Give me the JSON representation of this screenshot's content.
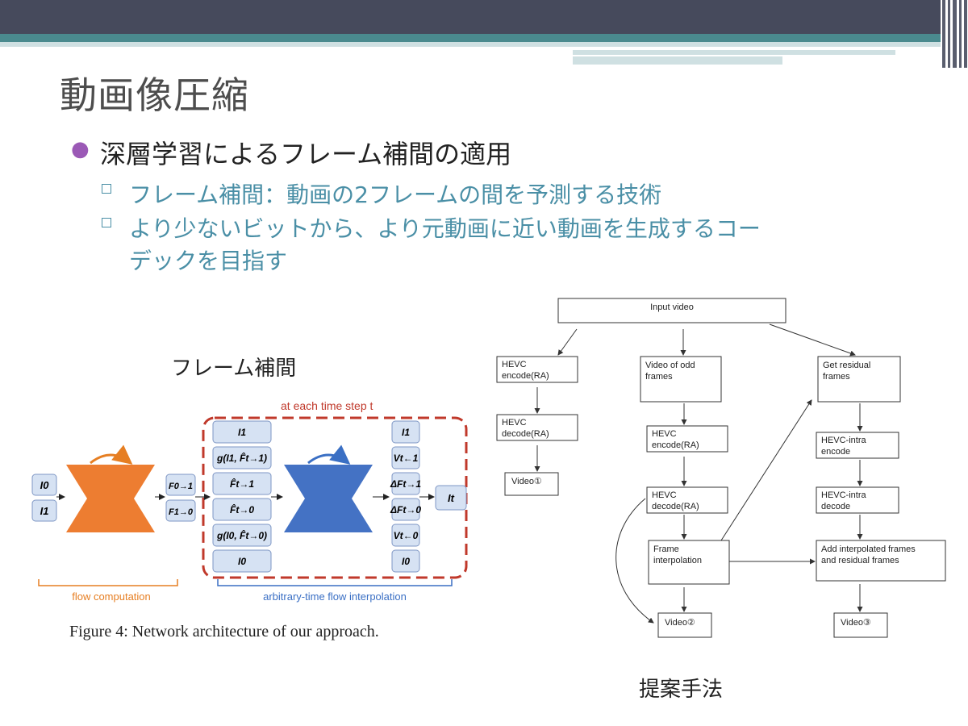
{
  "slide": {
    "title": "動画像圧縮",
    "bullet1": "深層学習によるフレーム補間の適用",
    "sub1": "フレーム補間：動画の2フレームの間を予測する技術",
    "sub2_line1": "より少ないビットから、より元動画に近い動画を生成するコー",
    "sub2_line2": "デックを目指す",
    "left_label": "フレーム補間",
    "right_label": "提案手法"
  },
  "figure": {
    "top_label": "at each time step t",
    "inputs": [
      "I0",
      "I1"
    ],
    "flows": [
      "F0→1",
      "F1→0"
    ],
    "mid_stack": [
      "I1",
      "g(I1, F̂t→1)",
      "F̂t→1",
      "F̂t→0",
      "g(I0, F̂t→0)",
      "I0"
    ],
    "right_stack": [
      "I1",
      "Vt←1",
      "ΔFt→1",
      "ΔFt→0",
      "Vt←0",
      "I0"
    ],
    "output": "It",
    "brace_left": "flow computation",
    "brace_right": "arbitrary-time flow interpolation",
    "caption": "Figure 4: Network architecture of our approach."
  },
  "flowchart": {
    "input": "Input video",
    "hevc_encode_ra": [
      "HEVC",
      "encode(RA)"
    ],
    "hevc_decode_ra": [
      "HEVC",
      "decode(RA)"
    ],
    "video1": "Video①",
    "odd_frames": [
      "Video of odd",
      "frames"
    ],
    "hevc_encode_ra2": [
      "HEVC",
      "encode(RA)"
    ],
    "hevc_decode_ra2": [
      "HEVC",
      "decode(RA)"
    ],
    "frame_interp": [
      "Frame",
      "interpolation"
    ],
    "video2": "Video②",
    "get_residual": [
      "Get residual",
      "frames"
    ],
    "intra_encode": [
      "HEVC-intra",
      "encode"
    ],
    "intra_decode": [
      "HEVC-intra",
      "decode"
    ],
    "add_frames": [
      "Add interpolated frames",
      "and residual frames"
    ],
    "video3": "Video③"
  }
}
